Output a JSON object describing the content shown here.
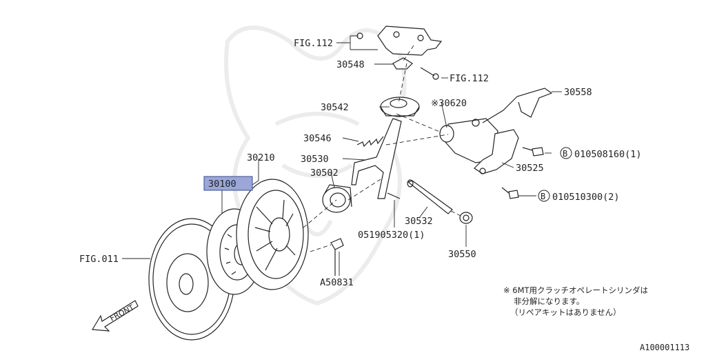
{
  "labels": {
    "fig112_top": "FIG.112",
    "p30548": "30548",
    "fig112_bolt": "FIG.112",
    "p30558": "30558",
    "p30542": "30542",
    "p30620": "※30620",
    "p30546": "30546",
    "p30530": "30530",
    "p30210": "30210",
    "p30502": "30502",
    "p30100": "30100",
    "p30525": "30525",
    "b_circle_1": "B",
    "p010508160": "010508160(1)",
    "b_circle_2": "B",
    "p010510300": "010510300(2)",
    "p30532": "30532",
    "p051905320": "051905320(1)",
    "p30550": "30550",
    "fig011": "FIG.011",
    "pA50831": "A50831",
    "front": "FRONT"
  },
  "note": {
    "line1": "※ 6MT用クラッチオペレートシリンダは",
    "line2": "非分解になります。",
    "line3": "（リペアキットはありません）"
  },
  "diagram_id": "A100001113",
  "colors": {
    "highlight": "#9aa7d8",
    "line": "#222222"
  }
}
